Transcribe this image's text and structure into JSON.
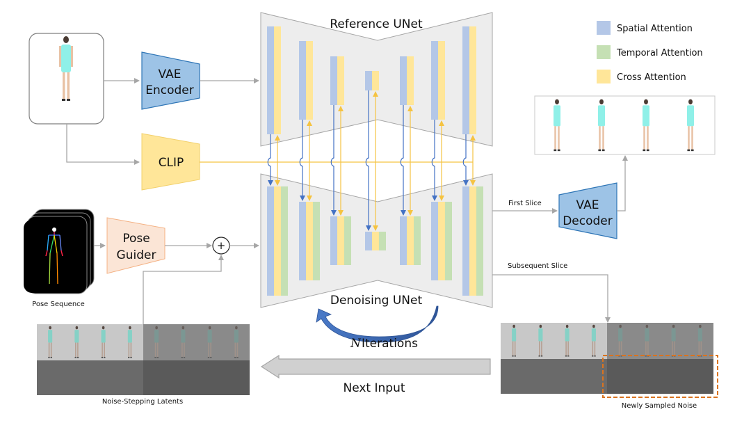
{
  "title": "Reference UNet / Denoising UNet pipeline",
  "legend": [
    {
      "label": "Spatial Attention",
      "color": "#b4c7e7"
    },
    {
      "label": "Temporal Attention",
      "color": "#c5e0b4"
    },
    {
      "label": "Cross Attention",
      "color": "#ffe699"
    }
  ],
  "blocks": {
    "vae_encoder": {
      "line1": "VAE",
      "line2": "Encoder",
      "color": "#9dc3e6"
    },
    "clip": {
      "label": "CLIP",
      "color": "#ffe699"
    },
    "pose_guider": {
      "line1": "Pose",
      "line2": "Guider",
      "color": "#fbe5d6"
    },
    "vae_decoder": {
      "line1": "VAE",
      "line2": "Decoder",
      "color": "#9dc3e6"
    },
    "plus_symbol": "+"
  },
  "unets": {
    "reference": "Reference UNet",
    "denoising": "Denoising UNet"
  },
  "labels": {
    "pose_sequence": "Pose Sequence",
    "first_slice": "First Slice",
    "subsequent_slice": "Subsequent Slice",
    "iterations_var": "N",
    "iterations_text": "Iterations",
    "next_input": "Next Input",
    "noise_stepping": "Noise-Stepping Latents",
    "newly_sampled": "Newly Sampled Noise"
  },
  "colors": {
    "spatial": "#b4c7e7",
    "temporal": "#c5e0b4",
    "cross": "#ffe699",
    "blue_arrow": "#4472c4",
    "yellow_arrow": "#f5c342",
    "connector": "#a6a6a6",
    "unet_bg": "#ededed",
    "dashed_box": "#d9731f",
    "dress": "#8ff0e8"
  },
  "output_frames": 4,
  "latent_frames": 8
}
